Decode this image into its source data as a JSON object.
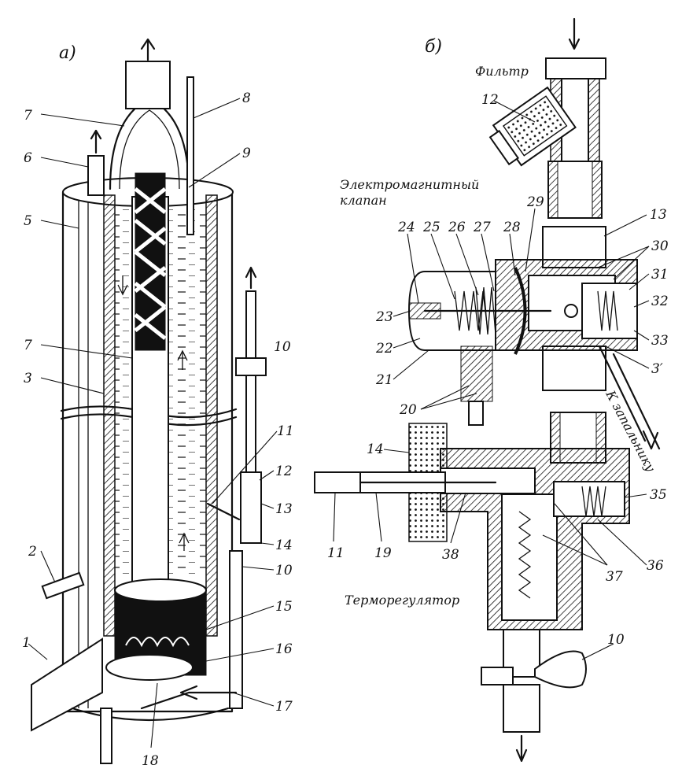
{
  "panels": {
    "a": "а)",
    "b": "б)"
  },
  "captions": {
    "filter": "Фильтр",
    "valve_line1": "Электромагнитный",
    "valve_line2": "клапан",
    "thermostat": "Терморегулятор",
    "to_pilot": "К запальнику"
  },
  "labels_a": {
    "n1": "1",
    "n2": "2",
    "n3": "3",
    "n5": "5",
    "n6": "6",
    "n7a": "7",
    "n7b": "7",
    "n8": "8",
    "n9": "9",
    "n10a": "10",
    "n10b": "10",
    "n11": "11",
    "n12": "12",
    "n13": "13",
    "n14": "14",
    "n15": "15",
    "n16": "16",
    "n17": "17",
    "n18": "18"
  },
  "labels_b": {
    "n10": "10",
    "n11": "11",
    "n12": "12",
    "n13": "13",
    "n14": "14",
    "n19": "19",
    "n20": "20",
    "n21": "21",
    "n22": "22",
    "n23": "23",
    "n24": "24",
    "n25": "25",
    "n26": "26",
    "n27": "27",
    "n28": "28",
    "n29": "29",
    "n30": "30",
    "n31": "31",
    "n32": "32",
    "n33": "33",
    "n3p": "3′",
    "n35": "35",
    "n36": "36",
    "n37": "37",
    "n38": "38"
  }
}
